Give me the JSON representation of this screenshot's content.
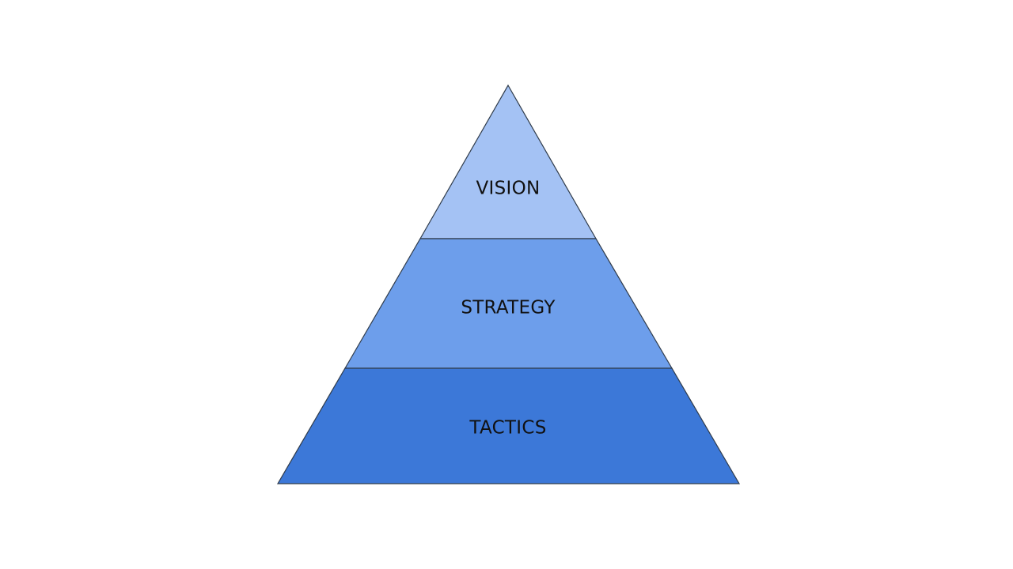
{
  "pyramid": {
    "layers": [
      {
        "label": "VISION",
        "color": "#a4c2f4"
      },
      {
        "label": "STRATEGY",
        "color": "#6d9eeb"
      },
      {
        "label": "TACTICS",
        "color": "#3c78d8"
      }
    ],
    "outline_color": "#2f3b4a"
  }
}
